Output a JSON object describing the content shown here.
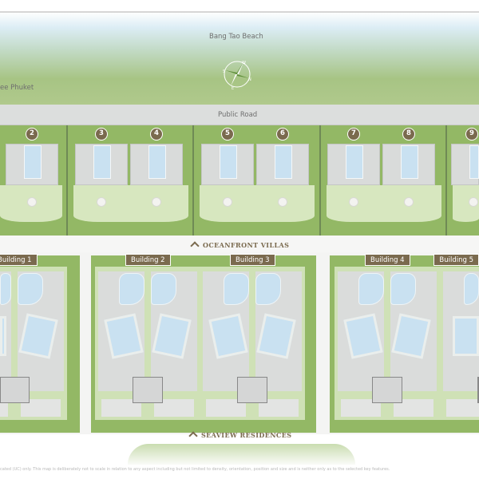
{
  "map": {
    "beach_label": "Bang Tao Beach",
    "left_label": "ee Phuket",
    "road_label": "Public Road",
    "compass": {
      "n": "N",
      "s": "S",
      "e": "E",
      "w": "W"
    },
    "villa_numbers": [
      "2",
      "3",
      "4",
      "5",
      "6",
      "7",
      "8",
      "9"
    ],
    "oceanfront_label": "OCEANFRONT VILLAS",
    "buildings": [
      "Building 1",
      "Building 2",
      "Building 3",
      "Building 4",
      "Building 5"
    ],
    "seaview_label": "SEAVIEW RESIDENCES",
    "disclaimer": "cated (UC) only. This map is deliberately not to scale in relation to any aspect including but not limited to density, orientation, position and size and is neither only as to the selected key features."
  },
  "colors": {
    "brand": "#7a6a4e",
    "green": "#93b865",
    "pool": "#c9e1f1"
  }
}
